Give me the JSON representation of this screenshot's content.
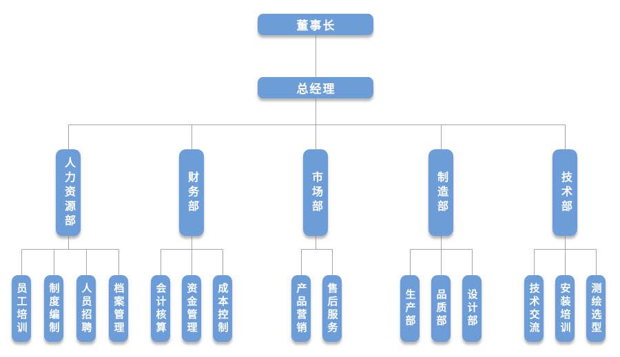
{
  "palette": {
    "box_blue": "#6D9DD9",
    "box_text": "#FFFFFF",
    "connector_gray": "#A6A6A6",
    "background": "#FFFFFF"
  },
  "org": {
    "chairman": {
      "label": "董事长"
    },
    "general_manager": {
      "label": "总经理"
    },
    "departments": [
      {
        "label": "人力资源部",
        "children": [
          "员工培训",
          "制度编制",
          "人员招聘",
          "档案管理"
        ]
      },
      {
        "label": "财务部",
        "children": [
          "会计核算",
          "资金管理",
          "成本控制"
        ]
      },
      {
        "label": "市场部",
        "children": [
          "产品营销",
          "售后服务"
        ]
      },
      {
        "label": "制造部",
        "children": [
          "生产部",
          "品质部",
          "设计部"
        ]
      },
      {
        "label": "技术部",
        "children": [
          "技术交流",
          "安装培训",
          "测绘选型"
        ]
      }
    ]
  }
}
